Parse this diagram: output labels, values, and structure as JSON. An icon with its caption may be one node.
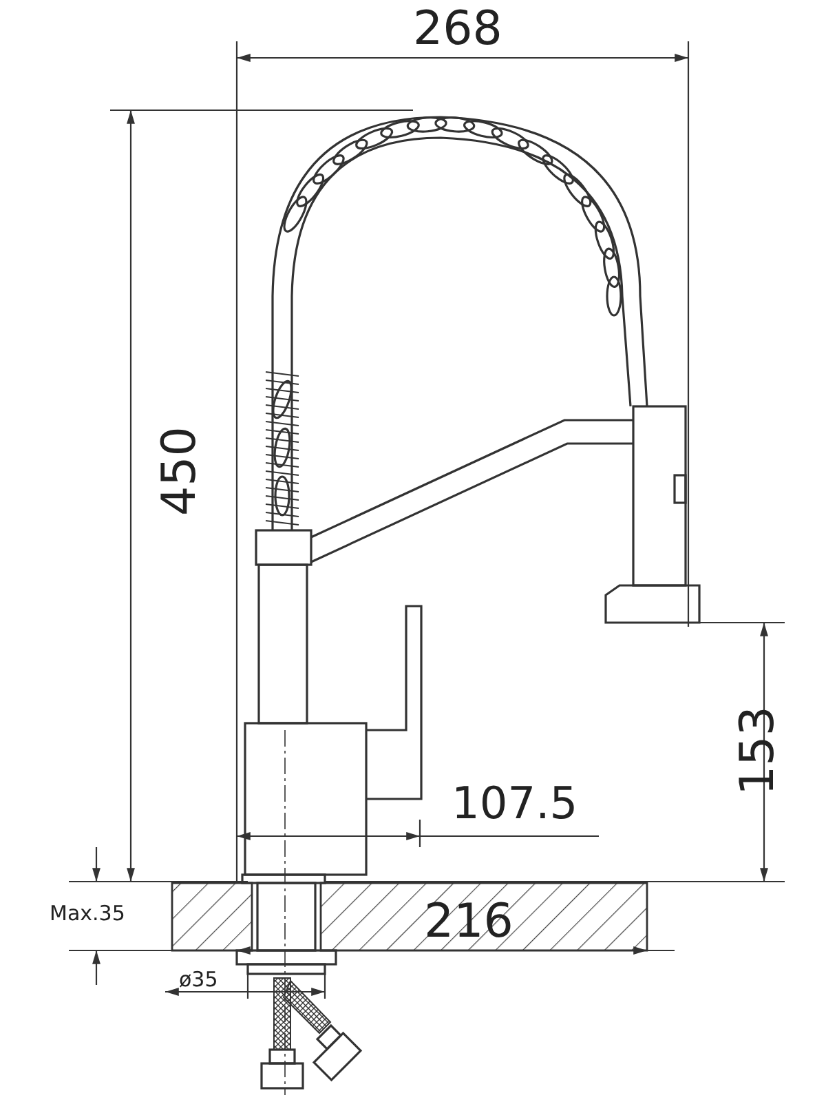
{
  "diagram": {
    "labels": [
      "268",
      "450",
      "153",
      "107.5",
      "Max.35",
      "216",
      "ø35"
    ]
  }
}
